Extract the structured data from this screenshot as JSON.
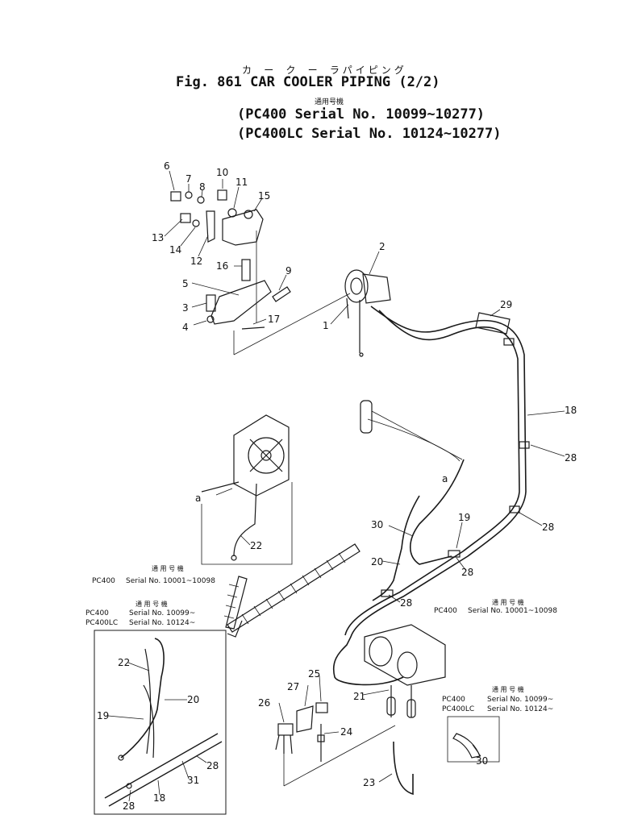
{
  "header": {
    "jp_title": "カ ー ク ー ラパイピング",
    "fig_title": "Fig. 861 CAR COOLER PIPING (2/2)",
    "applicability_jp": "通用号機",
    "line_pc400": "(PC400    Serial No. 10099~10277)",
    "line_pc400lc": "(PC400LC Serial No. 10124~10277)"
  },
  "callouts": {
    "c1": "1",
    "c2": "2",
    "c3": "3",
    "c4": "4",
    "c5": "5",
    "c6": "6",
    "c7": "7",
    "c8": "8",
    "c9": "9",
    "c10": "10",
    "c11": "11",
    "c12": "12",
    "c13": "13",
    "c14": "14",
    "c15": "15",
    "c16": "16",
    "c17": "17",
    "c18": "18",
    "c19": "19",
    "c20": "20",
    "c21": "21",
    "c22": "22",
    "c23": "23",
    "c24": "24",
    "c25": "25",
    "c26": "26",
    "c27": "27",
    "c28": "28",
    "c29": "29",
    "c30": "30",
    "c31": "31",
    "a": "a"
  },
  "notes": {
    "jp": "通 用 号 機",
    "pc400": "PC400",
    "pc400lc": "PC400LC",
    "serial_10001_10098": "Serial No. 10001~10098",
    "serial_10099": "Serial No. 10099~",
    "serial_10124": "Serial No. 10124~"
  },
  "colors": {
    "ink": "#1a1a1a",
    "paper": "#ffffff"
  }
}
